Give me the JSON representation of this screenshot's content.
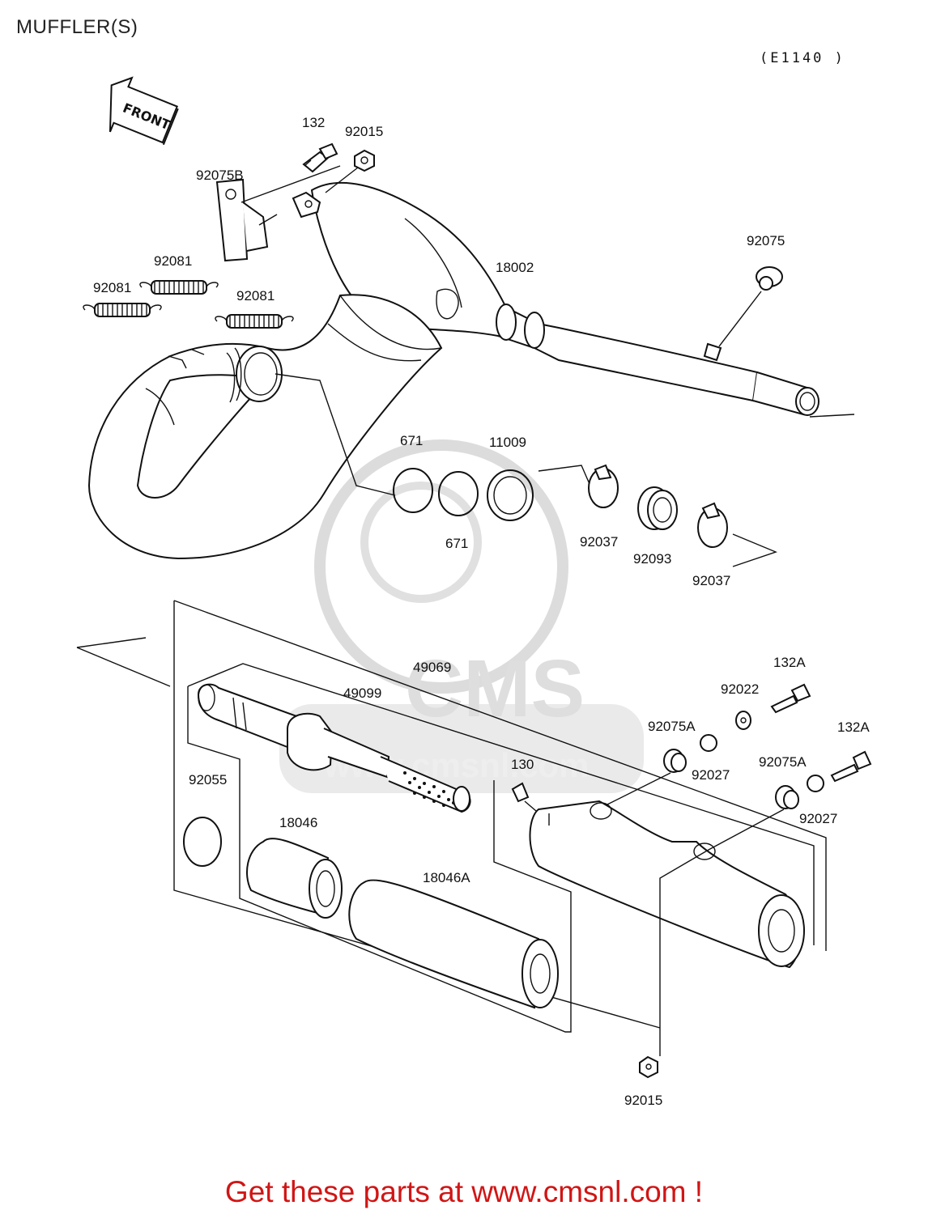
{
  "header": {
    "title": "MUFFLER(S)",
    "diagram_code": "(E1140 )"
  },
  "front_arrow": {
    "label": "FRONT"
  },
  "watermark": {
    "brand": "CMS",
    "url": "www.cmsnl.com"
  },
  "parts": [
    {
      "id": "p132",
      "number": "132"
    },
    {
      "id": "p92015a",
      "number": "92015"
    },
    {
      "id": "p92075b",
      "number": "92075B"
    },
    {
      "id": "p92081a",
      "number": "92081"
    },
    {
      "id": "p92081b",
      "number": "92081"
    },
    {
      "id": "p92081c",
      "number": "92081"
    },
    {
      "id": "p18002",
      "number": "18002"
    },
    {
      "id": "p92075",
      "number": "92075"
    },
    {
      "id": "p671a",
      "number": "671"
    },
    {
      "id": "p671b",
      "number": "671"
    },
    {
      "id": "p11009",
      "number": "11009"
    },
    {
      "id": "p92037a",
      "number": "92037"
    },
    {
      "id": "p92093",
      "number": "92093"
    },
    {
      "id": "p92037b",
      "number": "92037"
    },
    {
      "id": "p49069",
      "number": "49069"
    },
    {
      "id": "p49099",
      "number": "49099"
    },
    {
      "id": "p132a1",
      "number": "132A"
    },
    {
      "id": "p92022",
      "number": "92022"
    },
    {
      "id": "p132a2",
      "number": "132A"
    },
    {
      "id": "p92075a1",
      "number": "92075A"
    },
    {
      "id": "p92027a",
      "number": "92027"
    },
    {
      "id": "p92075a2",
      "number": "92075A"
    },
    {
      "id": "p92027b",
      "number": "92027"
    },
    {
      "id": "p130",
      "number": "130"
    },
    {
      "id": "p92055",
      "number": "92055"
    },
    {
      "id": "p18046",
      "number": "18046"
    },
    {
      "id": "p18046a",
      "number": "18046A"
    },
    {
      "id": "p92015b",
      "number": "92015"
    }
  ],
  "footer": {
    "text": "Get these parts at www.cmsnl.com !"
  },
  "colors": {
    "line": "#111111",
    "footer_text": "#d11515",
    "watermark": "#d9d9d9"
  }
}
